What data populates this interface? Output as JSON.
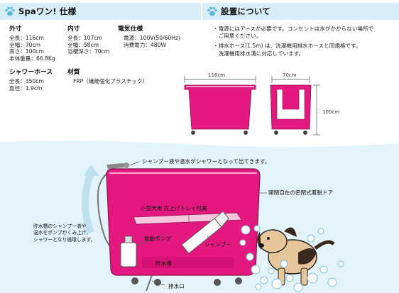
{
  "header_left": {
    "title": "Spaワン! 仕様"
  },
  "header_right": {
    "title": "設置について"
  },
  "specs": {
    "outer": {
      "heading": "外寸",
      "lines": [
        "全長：116cm",
        "全幅：70cm",
        "高さ：100cm",
        "本体重量：66.8Kg"
      ]
    },
    "inner": {
      "heading": "内寸",
      "lines": [
        "全長：107cm",
        "全幅：58cm",
        "浴槽深さ：70cm"
      ]
    },
    "electric": {
      "heading": "電気仕様",
      "lines": [
        "電源：100V(50/60Hz)",
        "消費電力：480W"
      ]
    },
    "hose": {
      "heading": "シャワーホース",
      "lines": [
        "全長：350cm",
        "直径：1.9cm"
      ]
    },
    "material": {
      "heading": "材質",
      "lines": [
        "FRP（繊維強化プラスチック）"
      ]
    }
  },
  "install_notes": [
    [
      "・電源にはアースが必要です。コンセントは水がかからない場所で",
      "　ご用意ください。"
    ],
    [
      "・排水ホース(1.5m) は、洗濯機用排水ホースと同規格です。",
      "　洗濯機用排水溝に対応しています。"
    ]
  ],
  "dimensions": {
    "width": "116cm",
    "depth": "70cm",
    "height": "100cm"
  },
  "diagram": {
    "shower_label": "シャンプー液や温水がシャワーとなって出てきます。",
    "door_label": "開閉自在の密閉式着脱ドア",
    "tray_label": "小型犬用 底上げトレイ付属",
    "pump_label": "電動ポンプ",
    "shampoo_label": "シャンプー",
    "tank_label": "貯水槽",
    "drain_label": "排水口",
    "tank_note": [
      "貯水槽のシャンプー液や",
      "温水をポンプがくみ上げ、",
      "シャワーとなり循環します。"
    ]
  },
  "colors": {
    "accent": "#e4197f",
    "header_bg": "#d8eef7",
    "lower_bg": "#e2f3fa",
    "paw": "#5fb6dd"
  }
}
